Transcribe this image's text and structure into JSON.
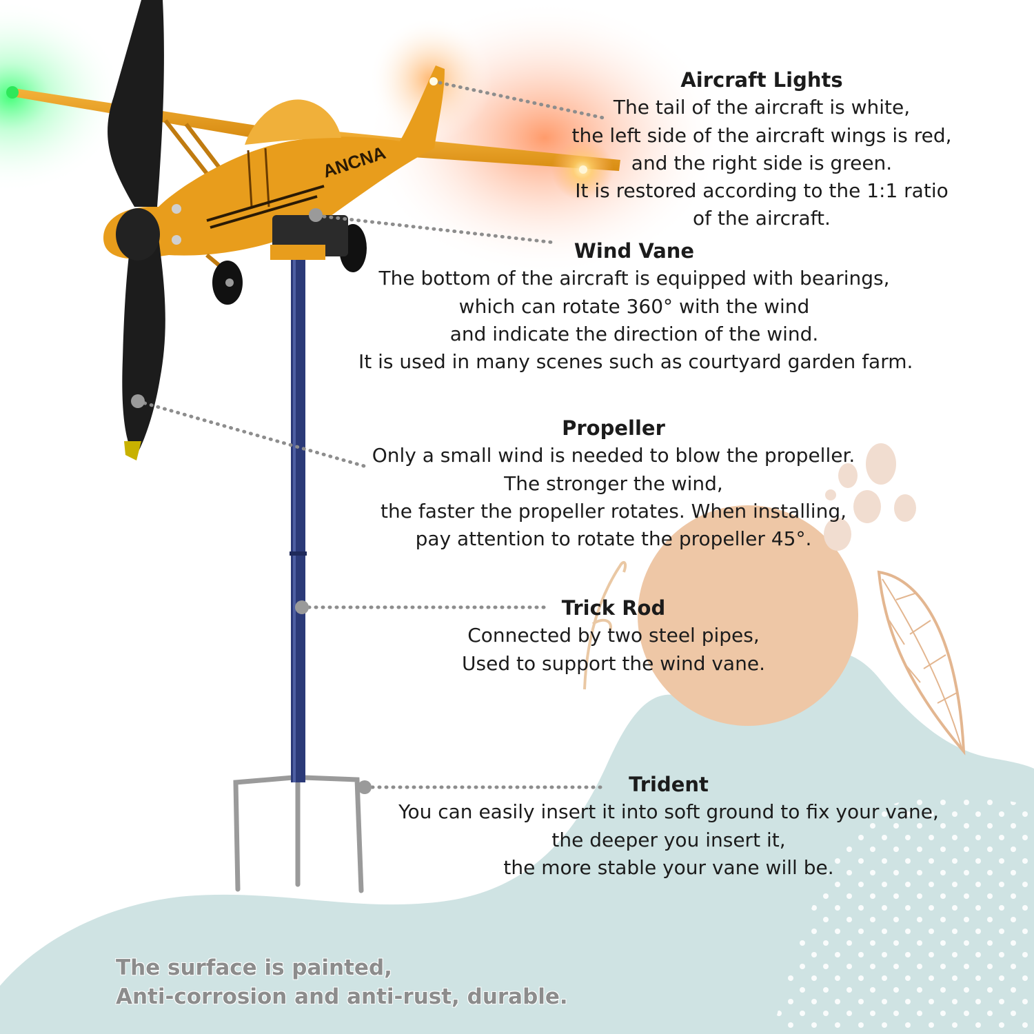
{
  "callouts": {
    "aircraft_lights": {
      "title": "Aircraft Lights",
      "lines": [
        "The tail of the aircraft is white,",
        "the left side of the aircraft wings is red,",
        "and the right side is green.",
        "It is restored according to the 1:1 ratio",
        "of the aircraft."
      ]
    },
    "wind_vane": {
      "title": "Wind Vane",
      "lines": [
        "The bottom of the aircraft is equipped with bearings,",
        "which can rotate 360° with the wind",
        "and indicate the direction of the wind.",
        "It is used in many scenes such as courtyard garden farm."
      ]
    },
    "propeller": {
      "title": "Propeller",
      "lines": [
        "Only a small wind is needed to blow the propeller.",
        "The stronger the wind,",
        "the faster the propeller rotates. When installing,",
        "pay attention to rotate the propeller 45°."
      ]
    },
    "trick_rod": {
      "title": "Trick Rod",
      "lines": [
        "Connected by two steel pipes,",
        "Used to support the wind vane."
      ]
    },
    "trident": {
      "title": "Trident",
      "lines": [
        "You can easily insert it into soft ground to fix your vane,",
        "the deeper you insert it,",
        "the more stable your vane will be."
      ]
    }
  },
  "footnote": {
    "line1": "The surface is painted,",
    "line2": "Anti-corrosion and anti-rust, durable."
  },
  "plane_lettering": "ANCNA",
  "colors": {
    "plane_body": "#e8a21e",
    "rod": "#2b3a78",
    "propeller": "#1c1c1c",
    "light_green": "#2ee85a",
    "light_red": "#ff5a2a",
    "mint_wave": "#cfe3e3",
    "peach_sun": "#eec7a6",
    "dots": "#8d8d8d"
  }
}
